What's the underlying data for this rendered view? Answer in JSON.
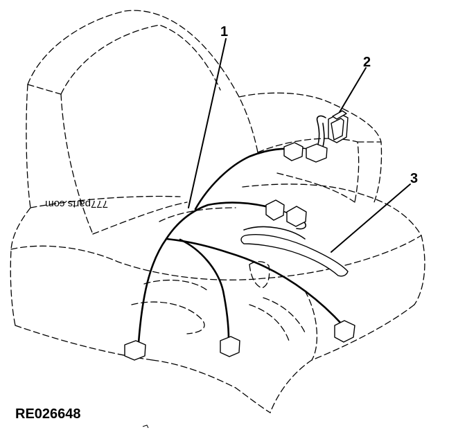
{
  "figure": {
    "reference_code": "RE026648",
    "watermark": "777parts.com",
    "stroke_color": "#000000",
    "background_color": "#ffffff"
  },
  "callouts": [
    {
      "label": "1"
    },
    {
      "label": "2"
    },
    {
      "label": "3"
    }
  ]
}
